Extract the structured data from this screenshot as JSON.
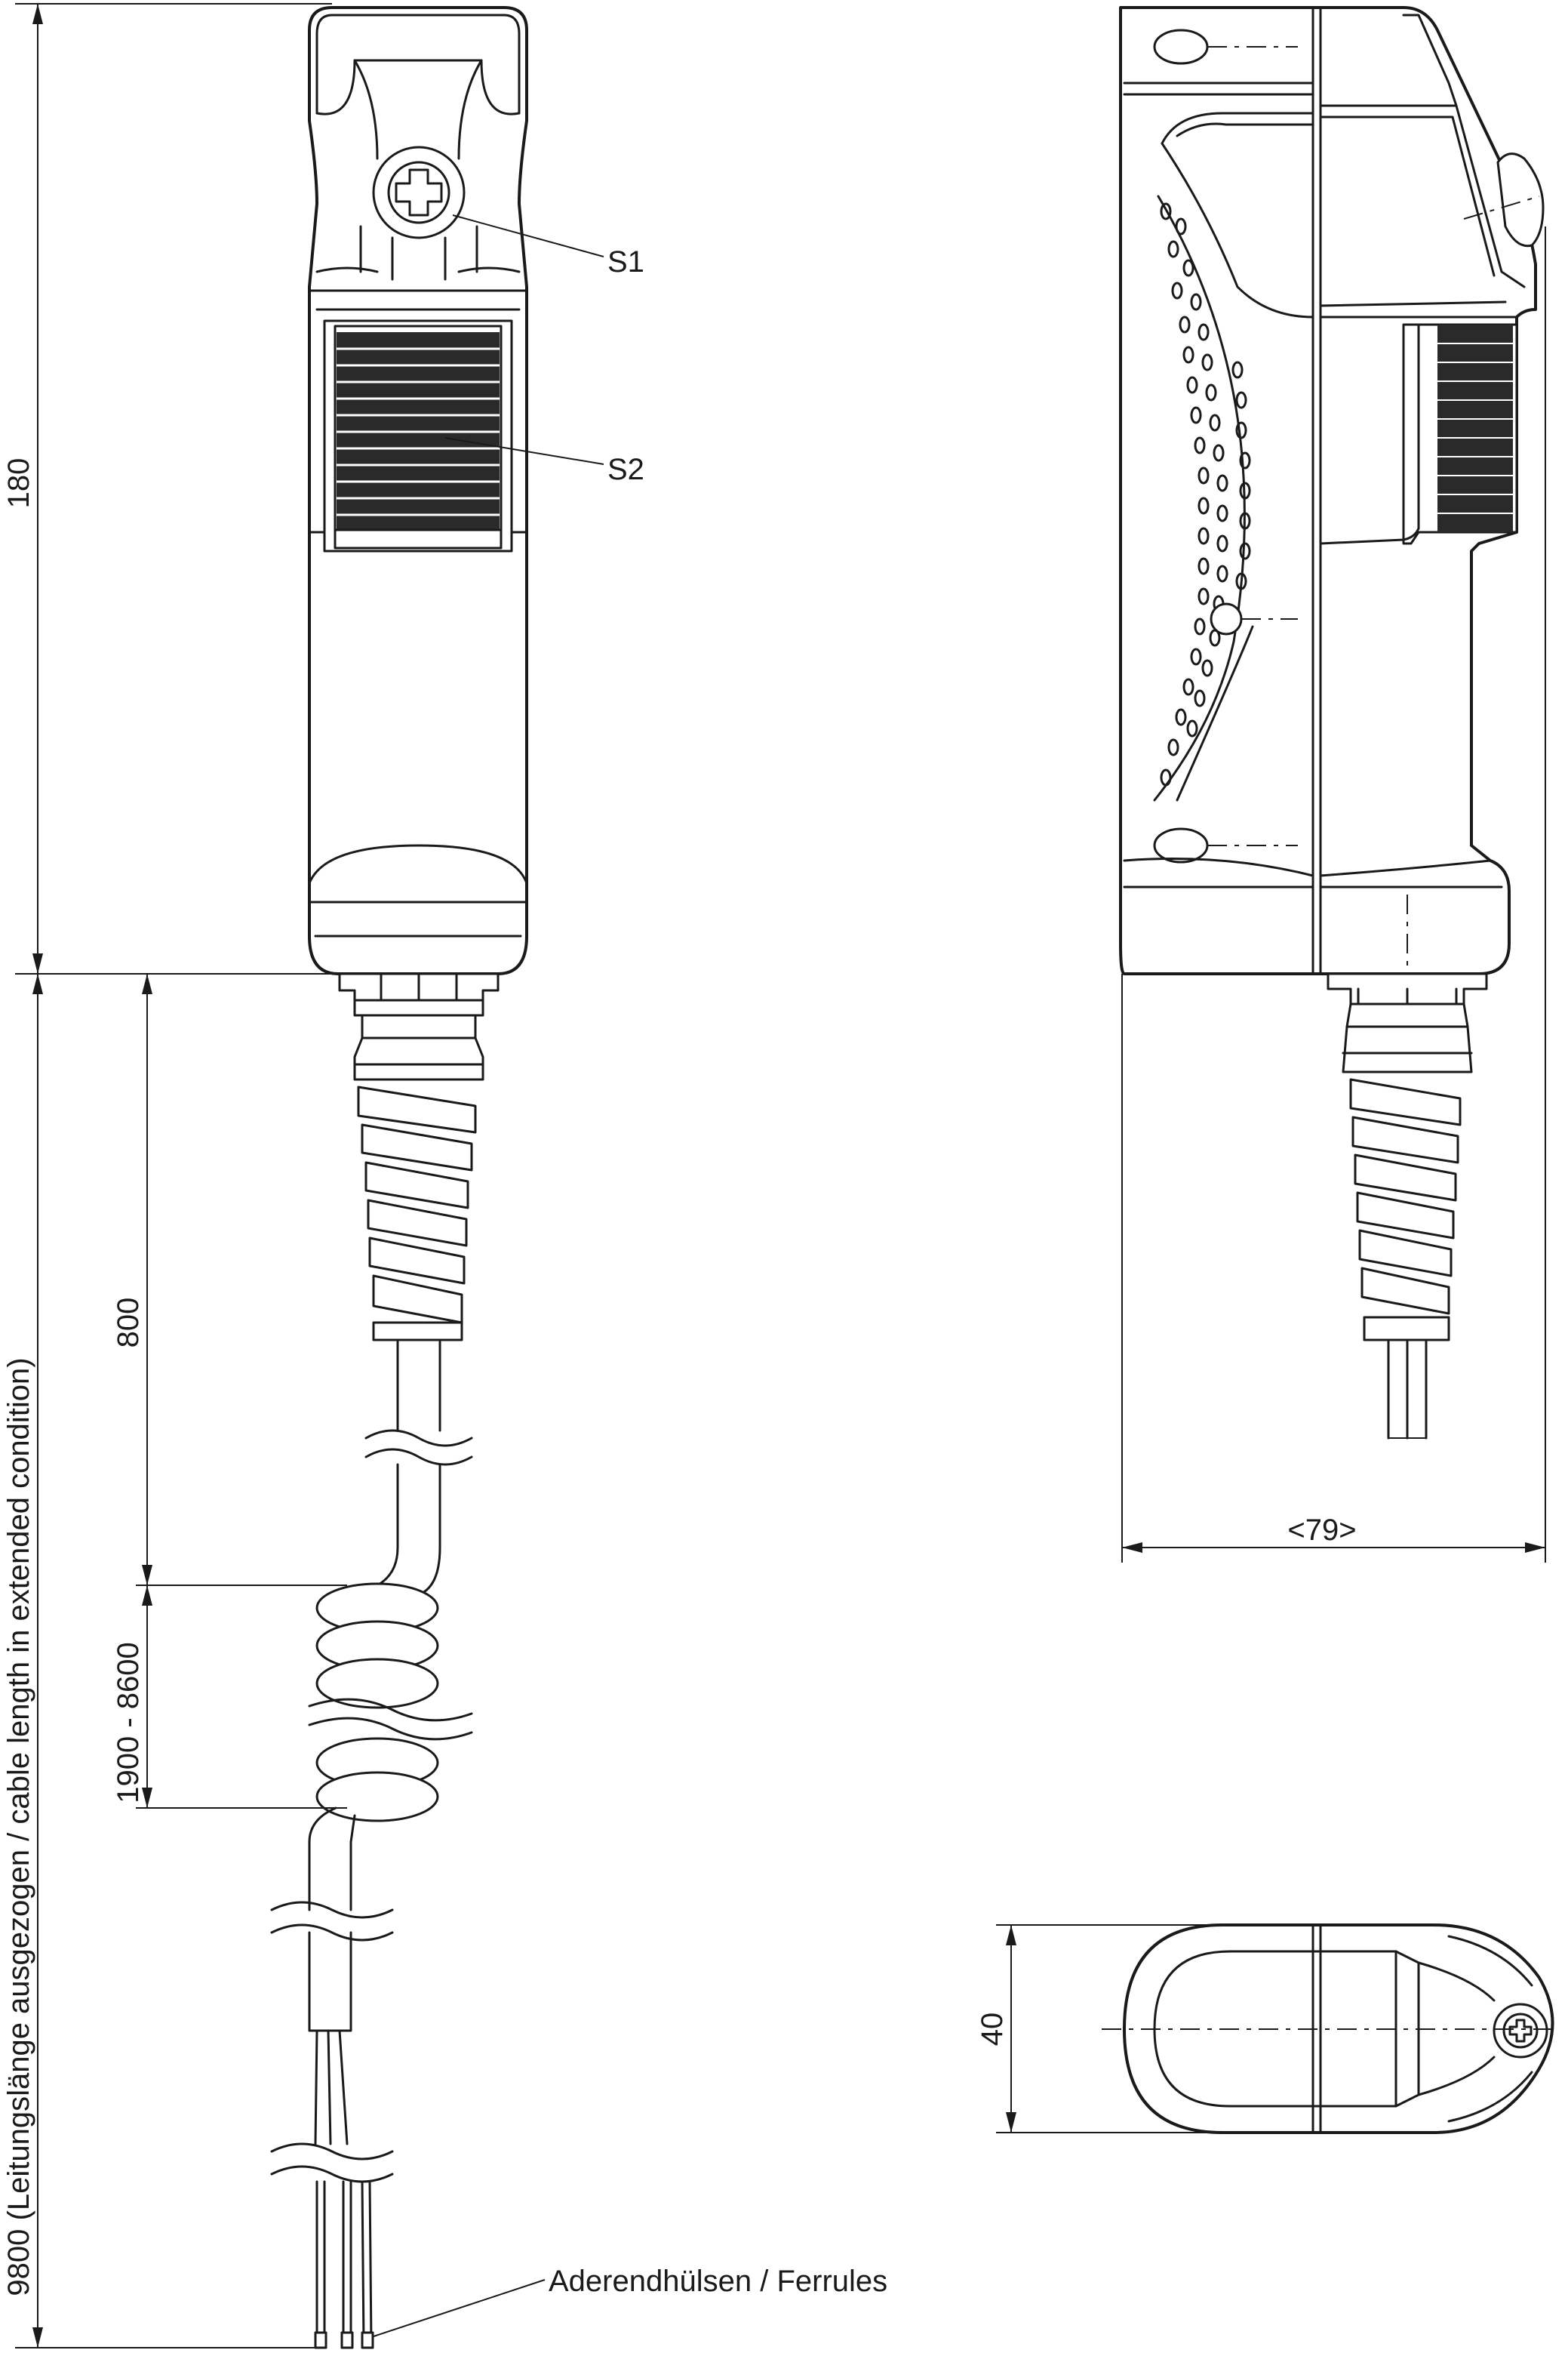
{
  "labels": {
    "s1": "S1",
    "s2": "S2",
    "ferrules": "Aderendhülsen / Ferrules"
  },
  "dimensions": {
    "height_housing": "180",
    "length_800": "800",
    "coil_range": "1900 - 8600",
    "total_cable": "9800 (Leitungslänge ausgezogen / cable length in extended condition)",
    "depth": "<79>",
    "width": "40"
  }
}
